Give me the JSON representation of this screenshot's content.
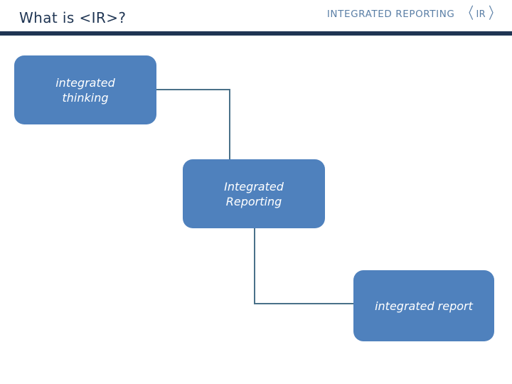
{
  "slide": {
    "title": "What is <IR>?",
    "background_color": "#ffffff",
    "rule_color": "#1F3553",
    "accent_color": "#4F81BD",
    "connector_color": "#4A7189"
  },
  "logo": {
    "wordmark": "INTEGRATED REPORTING",
    "mark_left_bracket": "〈",
    "mark_text": "IR",
    "mark_right_bracket": "〉",
    "color": "#5B7FA6"
  },
  "diagram": {
    "type": "staircase-flow",
    "nodes": [
      {
        "id": "integrated-thinking",
        "label": "integrated\nthinking"
      },
      {
        "id": "integrated-reporting",
        "label": "Integrated\nReporting"
      },
      {
        "id": "integrated-report",
        "label": "integrated report"
      }
    ],
    "connectors": [
      {
        "from": "integrated-thinking",
        "to": "integrated-reporting"
      },
      {
        "from": "integrated-reporting",
        "to": "integrated-report"
      }
    ]
  }
}
